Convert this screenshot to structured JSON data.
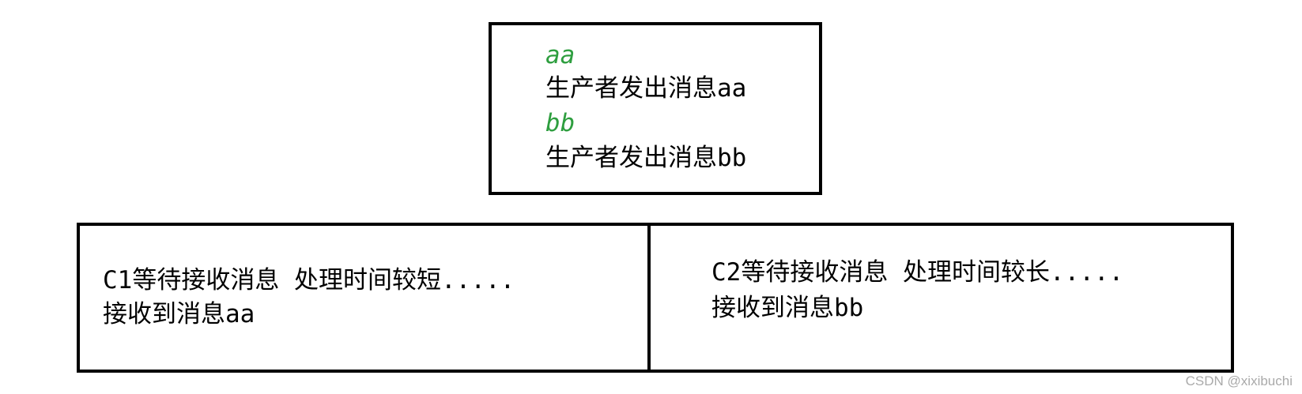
{
  "producer": {
    "lines": [
      {
        "text": "aa",
        "style": "message"
      },
      {
        "text": "生产者发出消息aa",
        "style": "log"
      },
      {
        "text": "bb",
        "style": "message"
      },
      {
        "text": "生产者发出消息bb",
        "style": "log"
      }
    ]
  },
  "consumers": [
    {
      "status": "C1等待接收消息 处理时间较短.....",
      "received": "接收到消息aa"
    },
    {
      "status": "C2等待接收消息 处理时间较长.....",
      "received": "接收到消息bb"
    }
  ],
  "watermark": "CSDN @xixibuchi",
  "colors": {
    "message": "#2e9e3f",
    "border": "#000000",
    "watermark": "#aaaaaa"
  }
}
